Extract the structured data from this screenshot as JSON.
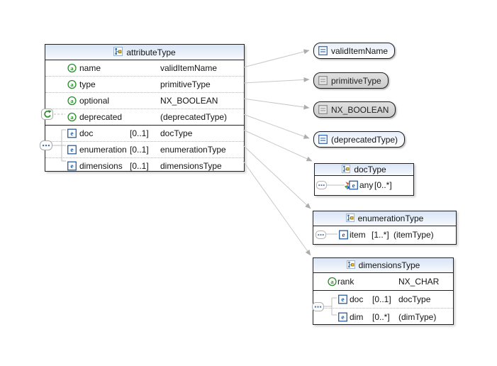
{
  "main_box": {
    "title": "attributeType",
    "attributes": [
      {
        "name": "name",
        "type": "validItemName"
      },
      {
        "name": "type",
        "type": "primitiveType"
      },
      {
        "name": "optional",
        "type": "NX_BOOLEAN"
      },
      {
        "name": "deprecated",
        "type": "(deprecatedType)"
      }
    ],
    "elements": [
      {
        "name": "doc",
        "cardinality": "[0..1]",
        "type": "docType"
      },
      {
        "name": "enumeration",
        "cardinality": "[0..1]",
        "type": "enumerationType"
      },
      {
        "name": "dimensions",
        "cardinality": "[0..1]",
        "type": "dimensionsType"
      }
    ]
  },
  "type_pills": [
    {
      "label": "validItemName",
      "variant": "blue"
    },
    {
      "label": "primitiveType",
      "variant": "gray"
    },
    {
      "label": "NX_BOOLEAN",
      "variant": "gray"
    },
    {
      "label": "(deprecatedType)",
      "variant": "blue"
    }
  ],
  "doc_type_box": {
    "title": "docType",
    "element": {
      "name": "any",
      "cardinality": "[0..*]"
    }
  },
  "enumeration_type_box": {
    "title": "enumerationType",
    "element": {
      "name": "item",
      "cardinality": "[1..*]",
      "type": "(itemType)"
    }
  },
  "dimensions_type_box": {
    "title": "dimensionsType",
    "attribute": {
      "name": "rank",
      "type": "NX_CHAR"
    },
    "elements": [
      {
        "name": "doc",
        "cardinality": "[0..1]",
        "type": "docType"
      },
      {
        "name": "dim",
        "cardinality": "[0..*]",
        "type": "(dimType)"
      }
    ]
  },
  "icons": {
    "complex_type": "hierarchy-glyph",
    "attribute": "circled-a",
    "element": "boxed-e",
    "simple_type": "boxed-double-line",
    "sequence": "pill-three-dots",
    "deprecated_marker": "green-circular-arrow",
    "any_wildcard": "boxed-e-with-color-star",
    "connector_arrow": "gray-triangle"
  },
  "colors": {
    "header_gradient_top": "#d9e4f5",
    "gray_pill": "#cdcdcd",
    "box_border": "#222222",
    "connector": "#c8c8c8",
    "arrowhead": "#adadad",
    "attribute_green": "#2e8b2e",
    "element_blue": "#2a5f9e",
    "wildcard_red": "#e14b31",
    "wildcard_orange": "#f2a51f",
    "wildcard_green": "#3f9b35",
    "wildcard_blue": "#2a5fd0"
  }
}
